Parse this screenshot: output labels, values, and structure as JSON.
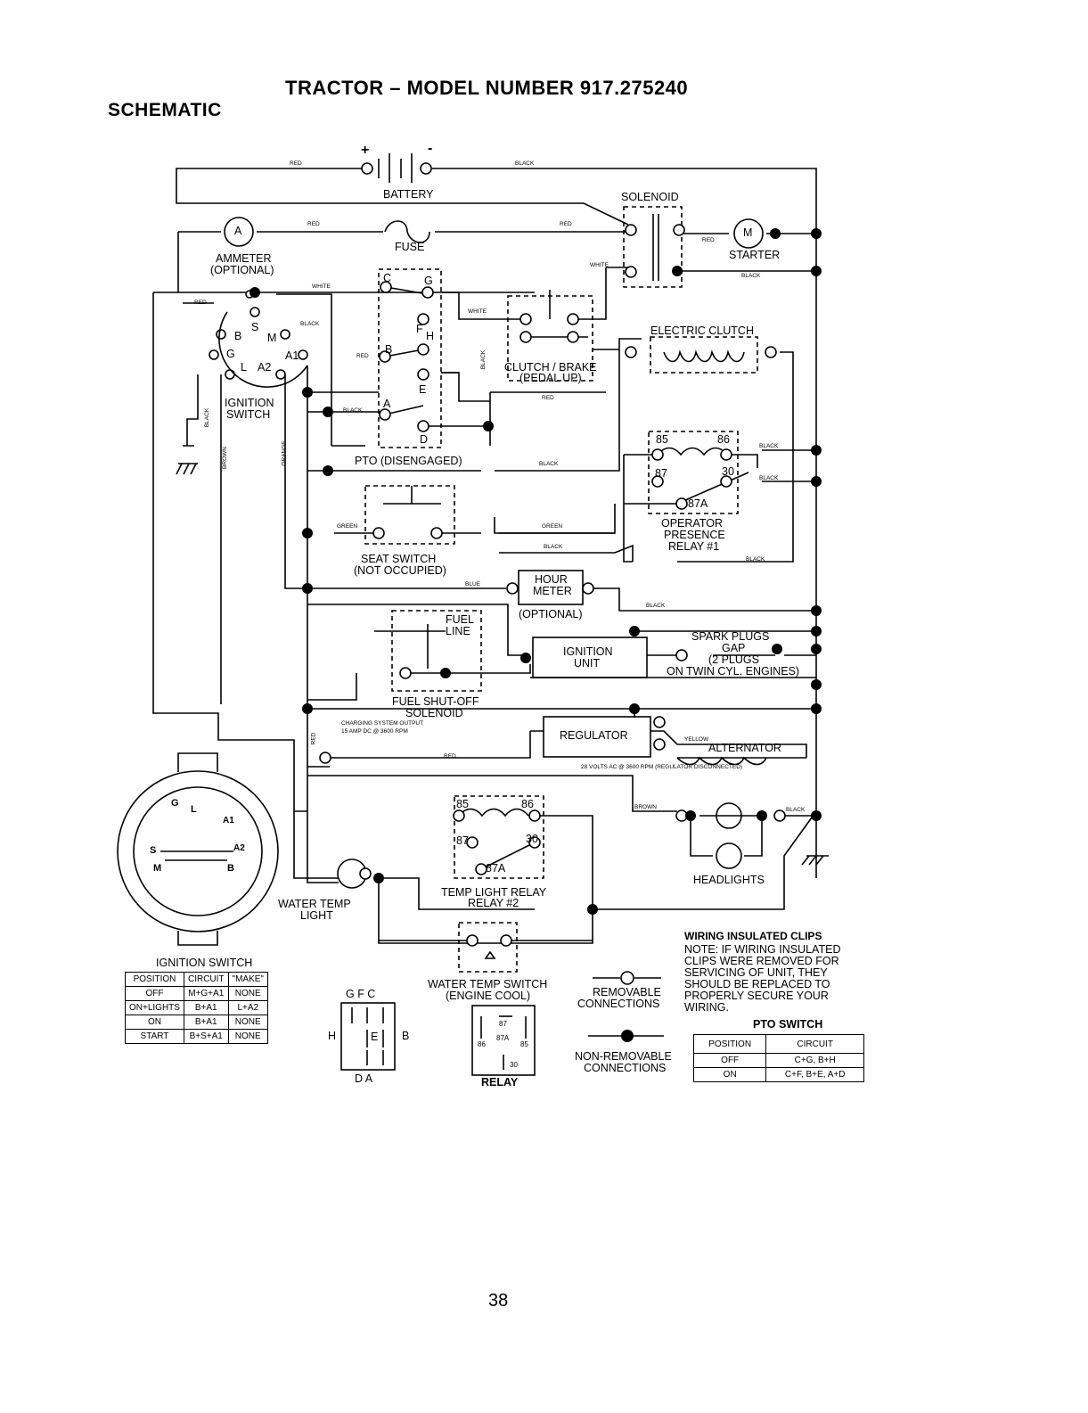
{
  "page": {
    "section": "SCHEMATIC",
    "title": "TRACTOR – MODEL NUMBER 917.275240",
    "page_number": "38"
  },
  "components": {
    "battery": "BATTERY",
    "battery_plus": "+",
    "battery_minus": "-",
    "solenoid": "SOLENOID",
    "ammeter_1": "AMMETER",
    "ammeter_2": "(OPTIONAL)",
    "ammeter_symbol": "A",
    "fuse": "FUSE",
    "starter": "STARTER",
    "starter_symbol": "M",
    "electric_clutch": "ELECTRIC CLUTCH",
    "clutch_brake_1": "CLUTCH / BRAKE",
    "clutch_brake_2": "(PEDAL UP)",
    "ignition_switch_1": "IGNITION",
    "ignition_switch_2": "SWITCH",
    "pto": "PTO (DISENGAGED)",
    "seat_switch_1": "SEAT SWITCH",
    "seat_switch_2": "(NOT OCCUPIED)",
    "operator_relay_1": "OPERATOR",
    "operator_relay_2": "PRESENCE",
    "operator_relay_3": "RELAY #1",
    "hour_meter_1": "HOUR",
    "hour_meter_2": "METER",
    "hour_meter_3": "(OPTIONAL)",
    "fuel_line_1": "FUEL",
    "fuel_line_2": "LINE",
    "fuel_solenoid_1": "FUEL SHUT-OFF",
    "fuel_solenoid_2": "SOLENOID",
    "ignition_unit_1": "IGNITION",
    "ignition_unit_2": "UNIT",
    "spark_1": "SPARK PLUGS",
    "spark_2": "GAP",
    "spark_3": "(2 PLUGS",
    "spark_4": "ON TWIN CYL. ENGINES)",
    "charging_1": "CHARGING SYSTEM OUTPUT",
    "charging_2": "15 AMP DC @ 3600 RPM",
    "regulator": "REGULATOR",
    "alternator": "ALTERNATOR",
    "alternator_note": "28 VOLTS AC @ 3600 RPM (REGULATOR DISCONNECTED)",
    "headlights": "HEADLIGHTS",
    "water_temp_light_1": "WATER TEMP",
    "water_temp_light_2": "LIGHT",
    "temp_relay_1": "TEMP LIGHT RELAY",
    "temp_relay_2": "RELAY #2",
    "water_switch_1": "WATER TEMP SWITCH",
    "water_switch_2": "(ENGINE COOL)",
    "relay": "RELAY",
    "removable_1": "REMOVABLE",
    "removable_2": "CONNECTIONS",
    "nonremovable_1": "NON-REMOVABLE",
    "nonremovable_2": "CONNECTIONS"
  },
  "wires": {
    "red": "RED",
    "black": "BLACK",
    "white": "WHITE",
    "green": "GREEN",
    "blue": "BLUE",
    "brown": "BROWN",
    "orange": "ORANGE",
    "yellow": "YELLOW"
  },
  "terminals": {
    "C": "C",
    "G": "G",
    "F": "F",
    "H": "H",
    "B": "B",
    "E": "E",
    "A": "A",
    "D": "D",
    "S": "S",
    "M": "M",
    "A1": "A1",
    "A2": "A2",
    "L": "L",
    "r85": "85",
    "r86": "86",
    "r87": "87",
    "r30": "30",
    "r87A": "87A"
  },
  "note": {
    "heading": "WIRING INSULATED CLIPS",
    "line1": "NOTE: IF WIRING INSULATED",
    "line2": "CLIPS WERE REMOVED FOR",
    "line3": "SERVICING OF UNIT, THEY",
    "line4": "SHOULD BE REPLACED TO",
    "line5": "PROPERLY SECURE YOUR",
    "line6": "WIRING."
  },
  "ignition_table": {
    "caption": "IGNITION SWITCH",
    "headers": [
      "POSITION",
      "CIRCUIT",
      "\"MAKE\""
    ],
    "rows": [
      [
        "OFF",
        "M+G+A1",
        "NONE"
      ],
      [
        "ON+LIGHTS",
        "B+A1",
        "L+A2"
      ],
      [
        "ON",
        "B+A1",
        "NONE"
      ],
      [
        "START",
        "B+S+A1",
        "NONE"
      ]
    ]
  },
  "pto_table": {
    "caption": "PTO SWITCH",
    "headers": [
      "POSITION",
      "CIRCUIT"
    ],
    "rows": [
      [
        "OFF",
        "C+G, B+H"
      ],
      [
        "ON",
        "C+F, B+E, A+D"
      ]
    ]
  },
  "pto_connector": {
    "top": "G F C",
    "left": "H",
    "right": "B",
    "bottom": "D A"
  }
}
